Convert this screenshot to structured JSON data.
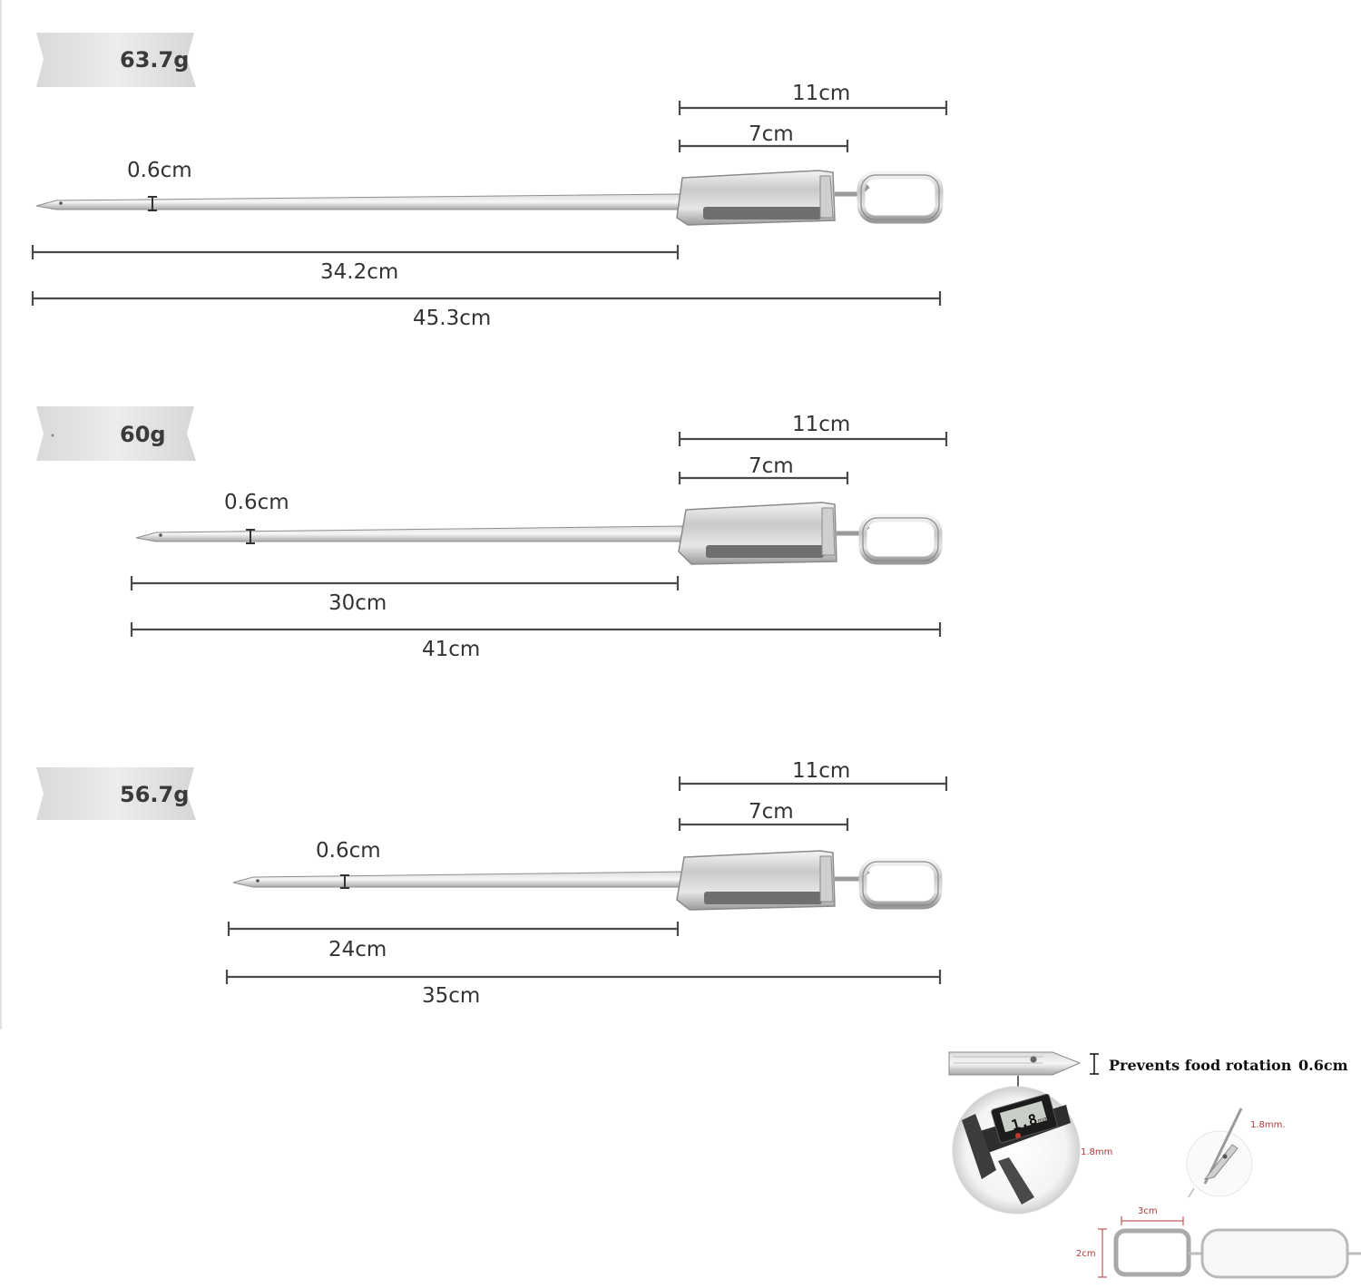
{
  "skewers": [
    {
      "weight": "63.7g",
      "width": "0.6cm",
      "blade": "34.2cm",
      "total": "45.3cm",
      "handle_total": "11cm",
      "handle_grip": "7cm"
    },
    {
      "weight": "60g",
      "width": "0.6cm",
      "blade": "30cm",
      "total": "41cm",
      "handle_total": "11cm",
      "handle_grip": "7cm"
    },
    {
      "weight": "56.7g",
      "width": "0.6cm",
      "blade": "24cm",
      "total": "35cm",
      "handle_total": "11cm",
      "handle_grip": "7cm"
    }
  ],
  "details": {
    "tip_note": "Prevents food rotation",
    "tip_width": "0.6cm",
    "caliper_reading": "1.8",
    "caliper_unit": "mm",
    "thickness_1": "1.8mm",
    "thickness_2": "1.8mm.",
    "loop_width": "3cm",
    "loop_height": "2cm"
  }
}
